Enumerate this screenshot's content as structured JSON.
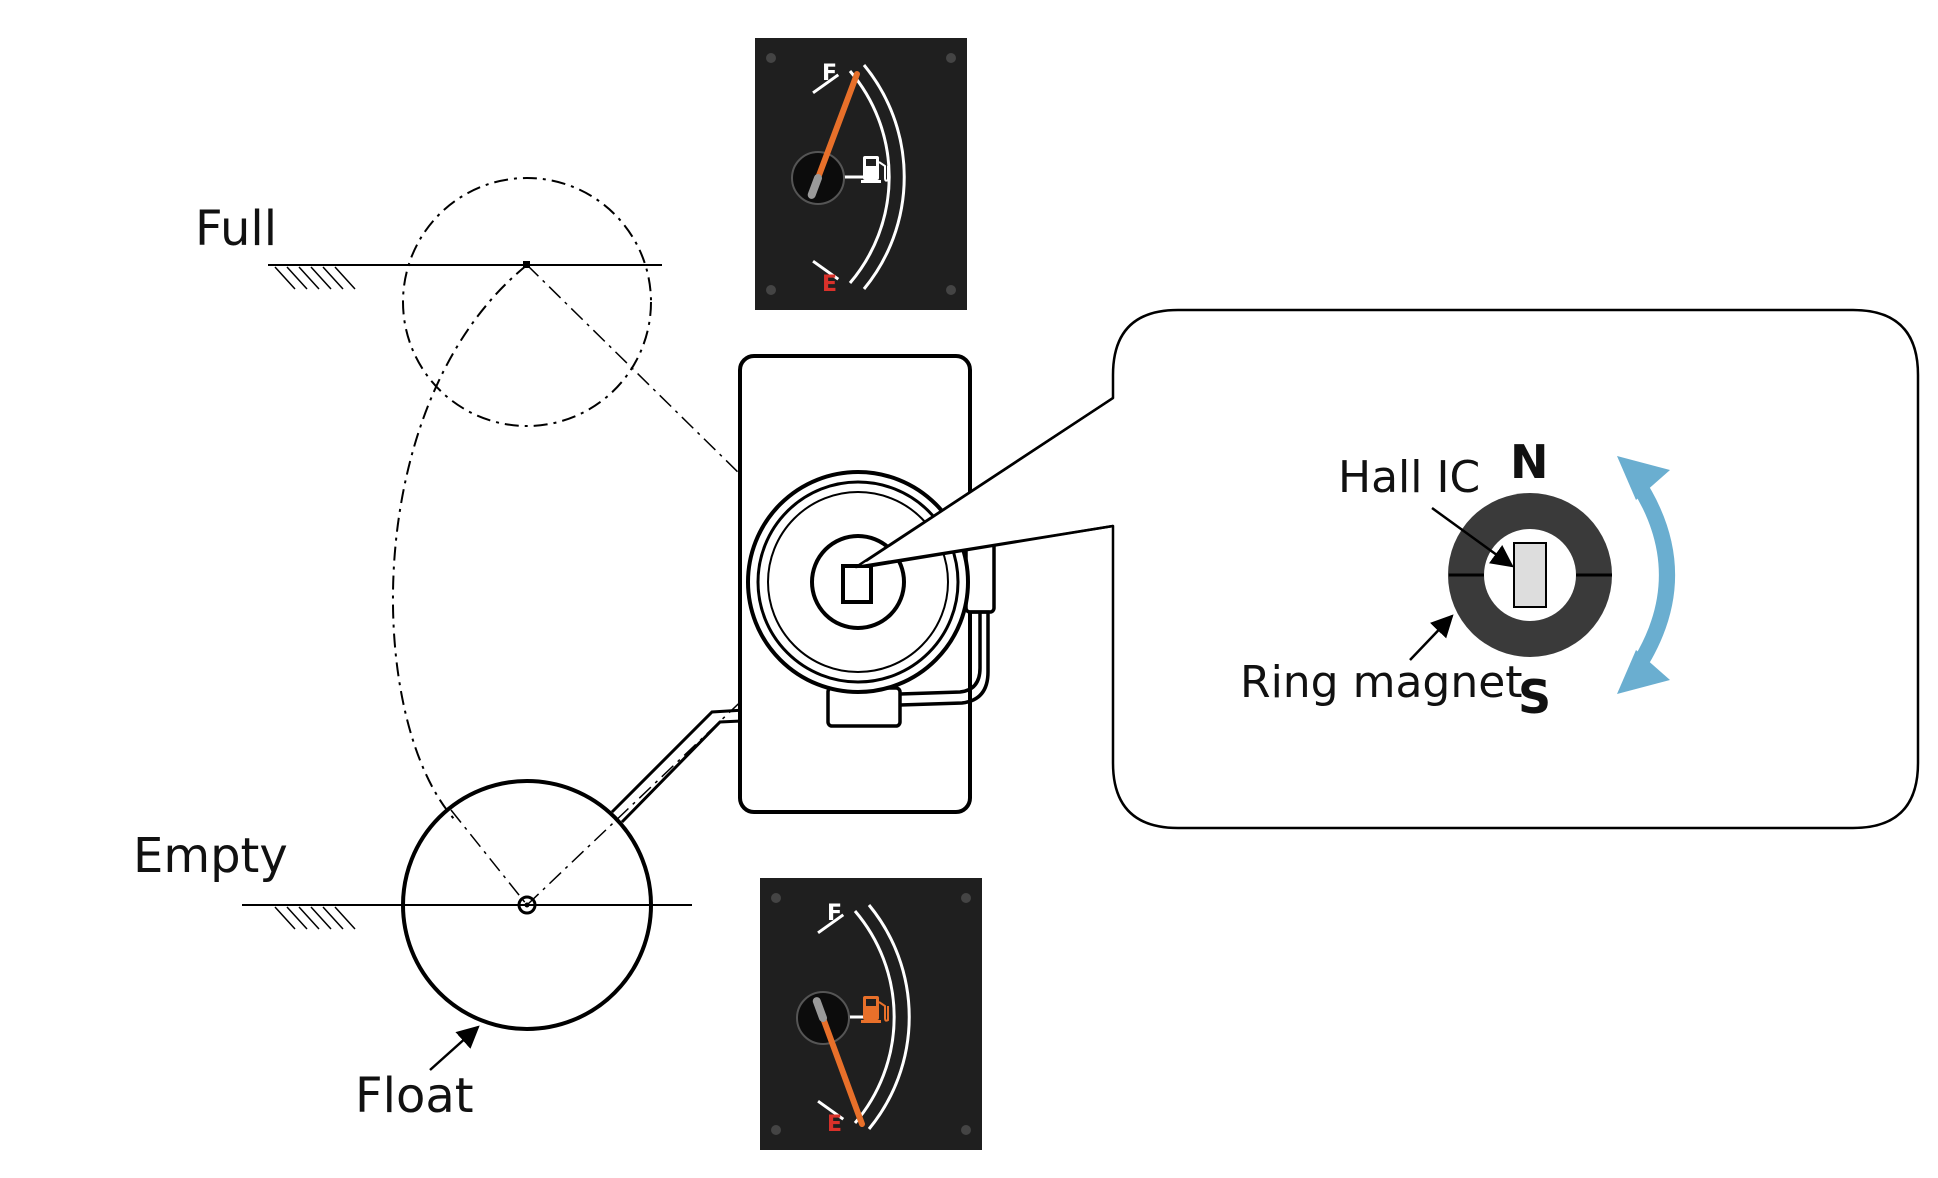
{
  "labels": {
    "full": "Full",
    "empty": "Empty",
    "float": "Float",
    "hall_ic": "Hall IC",
    "ring_magnet": "Ring magnet",
    "north": "N",
    "south": "S"
  },
  "gauges": {
    "top": {
      "full_mark": "F",
      "empty_mark": "E",
      "level": 1.0
    },
    "bottom": {
      "full_mark": "F",
      "empty_mark": "E",
      "level": 0.0
    }
  },
  "colors": {
    "line": "#000000",
    "gauge_face": "#1f1f1f",
    "needle": "#e8702a",
    "empty_mark": "#d9312a",
    "fuel_icon_full": "#ffffff",
    "fuel_icon_empty": "#e8702a",
    "rotation_arrow": "#6aaed0",
    "magnet": "#3a3a3a",
    "hall_ic": "#dddddd"
  }
}
